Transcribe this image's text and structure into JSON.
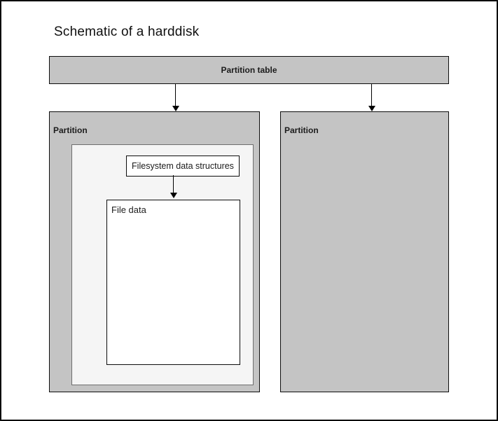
{
  "page": {
    "title": "Schematic of a harddisk"
  },
  "diagram": {
    "partition_table": {
      "label": "Partition table"
    },
    "left_partition": {
      "label": "Partition",
      "filesystem": {
        "data_structures_label": "Filesystem data structures",
        "file_data_label": "File data"
      }
    },
    "right_partition": {
      "label": "Partition"
    },
    "arrows": [
      {
        "from": "partition-table",
        "to": "left-partition"
      },
      {
        "from": "partition-table",
        "to": "right-partition"
      },
      {
        "from": "filesystem-data-structures",
        "to": "file-data"
      }
    ]
  },
  "colors": {
    "box_gray": "#c4c4c4",
    "inner_light": "#f5f5f5",
    "white_box": "#ffffff",
    "border_dark": "#0d0d0d",
    "inner_border": "#6e6e6e",
    "text_dark": "#1c1c1c"
  }
}
